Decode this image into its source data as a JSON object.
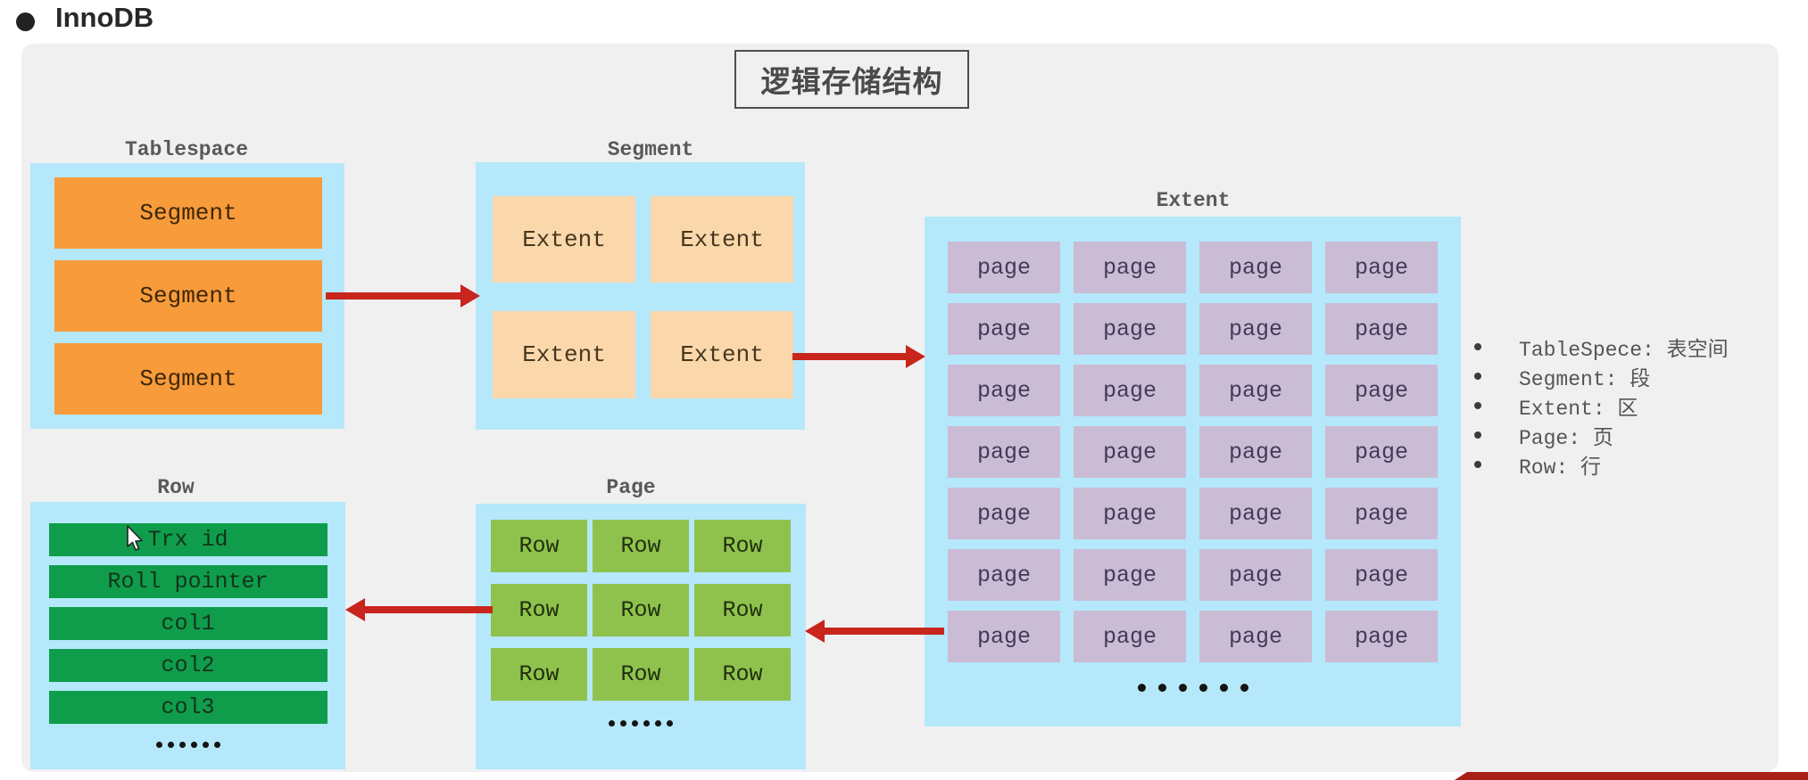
{
  "heading": {
    "text": "InnoDB"
  },
  "diagram": {
    "title": "逻辑存储结构",
    "labels": {
      "tablespace": "Tablespace",
      "segment": "Segment",
      "extent": "Extent",
      "page": "Page",
      "row": "Row"
    },
    "tablespace": {
      "segments": [
        "Segment",
        "Segment",
        "Segment"
      ]
    },
    "segment": {
      "extents": [
        "Extent",
        "Extent",
        "Extent",
        "Extent"
      ]
    },
    "extent": {
      "rows": 7,
      "cols": 4,
      "cell_label": "page"
    },
    "page": {
      "rows": 3,
      "cols": 3,
      "cell_label": "Row"
    },
    "row": {
      "fields": [
        "Trx id",
        "Roll pointer",
        "col1",
        "col2",
        "col3"
      ]
    },
    "ellipsis_dots": 6,
    "legend": [
      {
        "term": "TableSpece",
        "definition": "表空间",
        "text": "TableSpece: 表空间"
      },
      {
        "term": "Segment",
        "definition": "段",
        "text": "Segment: 段"
      },
      {
        "term": "Extent",
        "definition": "区",
        "text": "Extent: 区"
      },
      {
        "term": "Page",
        "definition": "页",
        "text": "Page: 页"
      },
      {
        "term": "Row",
        "definition": "行",
        "text": "Row: 行"
      }
    ],
    "colors": {
      "container_blue": "#b5e8fb",
      "segment_orange": "#f79b3b",
      "extent_peach": "#fbd8ab",
      "page_purple": "#cabcd4",
      "row_green": "#0f9d4b",
      "page_row_green": "#8fc24d",
      "arrow_red": "#c8251d",
      "underline_red": "#a92017"
    }
  }
}
